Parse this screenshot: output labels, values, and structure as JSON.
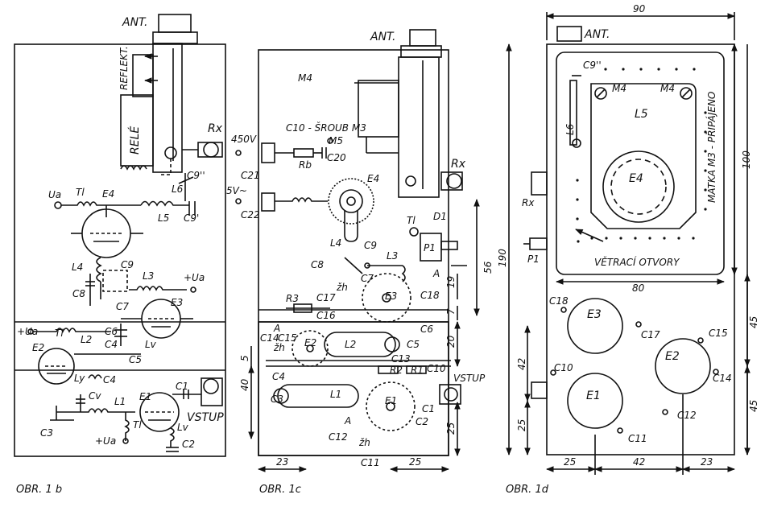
{
  "captions": {
    "fig_1b": "OBR. 1 b",
    "fig_1c": "OBR. 1c",
    "fig_1d": "OBR. 1d"
  },
  "fig1b": {
    "ant": "ANT.",
    "reflekt": "REFLEKT.",
    "rele": "RELÉ",
    "rx": "Rx",
    "ua_top": "Ua",
    "tl_top": "Tl",
    "e4": "E4",
    "l6": "L6",
    "c9pp": "C9''",
    "l5": "L5",
    "c9p": "C9'",
    "l4": "L4",
    "c9": "C9",
    "c8": "C8",
    "c7": "C7",
    "l3": "L3",
    "ua_mid": "+Ua",
    "e3": "E3",
    "ua_left": "+Ua",
    "tl_mid": "Tl",
    "e2": "E2",
    "l2": "L2",
    "c6": "C6",
    "c4a": "C4",
    "c5": "C5",
    "lv_a": "Lv",
    "ly": "Ly",
    "c4b": "C4",
    "c1": "C1",
    "cv": "Cv",
    "l1": "L1",
    "e1": "E1",
    "vstup": "VSTUP",
    "c3": "C3",
    "tl_bot": "Tl",
    "lv_b": "Lv",
    "ua_bot": "+Ua",
    "c2": "C2"
  },
  "fig1c": {
    "ant": "ANT.",
    "m4": "M4",
    "c10_screw": "C10 - ŠROUB M3",
    "m5": "M5",
    "v450": "450V",
    "rb": "Rb",
    "c20": "C20",
    "rx": "Rx",
    "c21": "C21",
    "v5": "5V~",
    "e4": "E4",
    "c22": "C22",
    "tl": "Tl",
    "d1": "D1",
    "l4": "L4",
    "c9": "C9",
    "p1": "P1",
    "c8": "C8",
    "l3": "L3",
    "c7": "C7",
    "zh_a": "žh",
    "a_a": "A",
    "c17": "C17",
    "e3": "E3",
    "c18": "C18",
    "r3": "R3",
    "c16": "C16",
    "a_b": "A",
    "c15": "C15",
    "c14": "C14",
    "zh_b": "žh",
    "e2": "E2",
    "l2": "L2",
    "c6": "C6",
    "c5": "C5",
    "c13": "C13",
    "c4": "C4",
    "r2": "R2",
    "r1": "R1",
    "c10": "C10",
    "vstup": "VSTUP",
    "l1": "L1",
    "c3": "C3",
    "e1": "E1",
    "a_c": "A",
    "c2": "C2",
    "c1": "C1",
    "c12": "C12",
    "zh_c": "žh",
    "c11": "C11"
  },
  "fig1c_dims": {
    "d56": "56",
    "d19": "19",
    "d7": "7",
    "d20": "20",
    "d25v": "25",
    "d5": "5",
    "d40": "40",
    "d23": "23",
    "d25h": "25"
  },
  "fig1d": {
    "ant": "ANT.",
    "c9pp": "C9''",
    "m4a": "M4",
    "m4b": "M4",
    "l6": "L6",
    "l5": "L5",
    "e4": "E4",
    "matka": "MATKA M3 - PŘIPÁJENO",
    "rx": "Rx",
    "p1": "P1",
    "vetraci": "VĚTRACÍ OTVORY",
    "c18": "C18",
    "e3": "E3",
    "c17": "C17",
    "c15": "C15",
    "e2": "E2",
    "c10": "C10",
    "c14": "C14",
    "e1": "E1",
    "c12": "C12",
    "c11": "C11"
  },
  "fig1d_dims": {
    "w90": "90",
    "d100": "100",
    "d190": "190",
    "w80": "80",
    "d45a": "45",
    "d42v": "42",
    "d45b": "45",
    "d25v": "25",
    "d25h": "25",
    "d42h": "42",
    "d23h": "23"
  }
}
